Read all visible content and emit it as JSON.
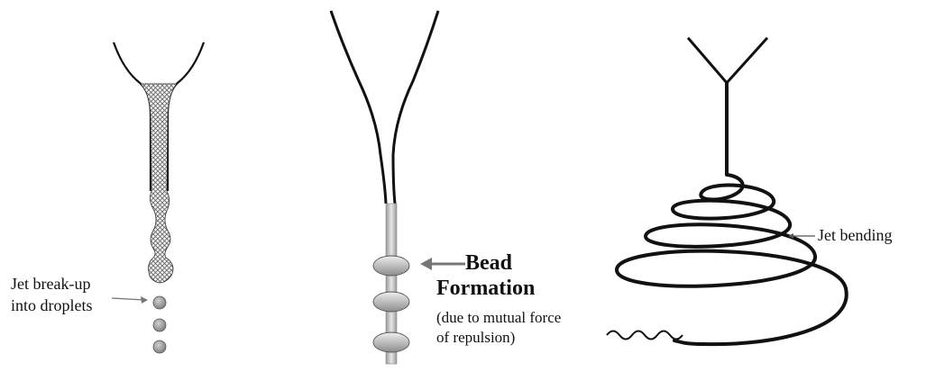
{
  "panels": {
    "breakup": {
      "label_line1": "Jet break-up",
      "label_line2": "into droplets"
    },
    "bead": {
      "title_line1": "Bead",
      "title_line2": "Formation",
      "note_line1": "(due to mutual force",
      "note_line2": "of repulsion)"
    },
    "bending": {
      "label": "Jet bending"
    }
  },
  "colors": {
    "ink": "#111111",
    "arrow_gray": "#777777",
    "bead_fill": "#c9c9c9",
    "droplet_fill": "#9a9a9a"
  }
}
